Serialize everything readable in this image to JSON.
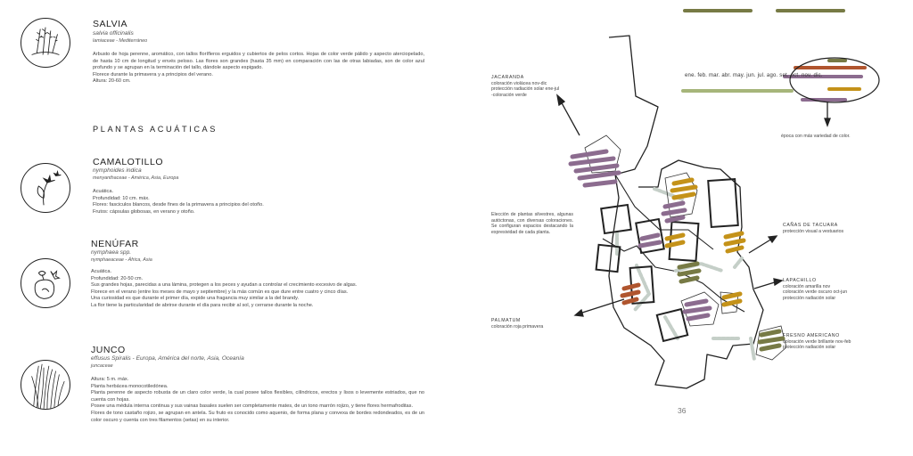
{
  "left": {
    "salvia": {
      "name": "SALVIA",
      "scientific": "salvia officinalis",
      "family": "lamiaceae - Mediterráneo",
      "description": [
        "Arbusto de hoja perenne, aromático, con tallos florífleros erguidos y cubiertos de pelos cortos. Hojas de color verde pálido y aspecto aterciopelado, de hasta 10 cm de longitud y envés peloso. Las flores son grandes (hasta 35 mm) en comparación con las de otras labiadas, son de color azul profundo y se agrupan en la terminación del tallo, dándole aspecto espigado.",
        "Florece durante la primavera y a principios del verano.",
        "Altura: 20-60 cm."
      ]
    },
    "section_title": "PLANTAS ACUÁTICAS",
    "camalotillo": {
      "name": "CAMALOTILLO",
      "scientific": "nymphoides indica",
      "family": "menyanthaceae - América, Asia, Europa",
      "description": [
        "Acuática.",
        "Profundidad: 10 cm. máx.",
        "Flores: fasciculos blancos, desde fines de la primavera a principios del otoño.",
        "Frutos: cápsulas globosas, en verano y otoño."
      ]
    },
    "nenufar": {
      "name": "NENÚFAR",
      "scientific": "nymphaea spp.",
      "family": "nymphaeaceae - África, Asia",
      "description": [
        "Acuática.",
        "Profundidad: 20-50 cm.",
        "Sus grandes hojas, parecidas a una lámina, protegen a los peces y ayudan a controlar el crecimiento excesivo de algas.",
        "Florece en el verano (entre los meses de mayo y septiembre) y la más común es que dure entre cuatro y cinco días.",
        "Una curiosidad es que durante el primer día, expide una fragancia muy similar a la del brandy.",
        "La flor tiene la particularidad de abrirse durante el día para recibir al sol, y cerrarse durante la noche."
      ]
    },
    "junco": {
      "name": "JUNCO",
      "scientific": "effusus Spiralis - Europa, América del norte, Asia, Oceanía",
      "family": "juncaceae",
      "description": [
        "Altura: 5 m. máx.",
        "Planta herbácea monocotiledónea.",
        "Planta perenne de aspecto robusta de un claro color verde, la cual posee tallos flexibles, cilíndricos, erectos y lisos o levemente estriados, que no cuenta con hojas.",
        "Posee una médula interna continua y sus vainas basales suelen ser completamente mates, de un tono marrón rojizo, y tiene flores hermafroditas.",
        "Flores de tono castaño rojizo, se agrupan en antela. Su fruto es conocido como aquenio, de forma plana y convexa de bordes redondeados, es de un color oscuro y cuenta con tres filamentos (setas) en su interior."
      ]
    }
  },
  "right": {
    "jacaranda": {
      "title": "JACARANDA",
      "lines": [
        "coloración violácea nov-dic",
        "protección radiación solar ene-jul",
        "-coloración verde"
      ]
    },
    "eleccion": {
      "text": "Elección de plantas silvestres, algunas autóctonas, con diversas coloraciones. Se configuran espacios destacando la expresividad de cada planta."
    },
    "palmatum": {
      "title": "PALMATUM",
      "lines": [
        "coloración roja primavera"
      ]
    },
    "canas": {
      "title": "CAÑAS DE TACUARA",
      "lines": [
        "protección visual a vestuarios"
      ]
    },
    "lapachillo": {
      "title": "LAPACHILLO",
      "lines": [
        "coloración amarilla nov",
        "coloración verde oscuro oct-jun",
        "protección radiación solar"
      ]
    },
    "fresno": {
      "title": "FRESNO AMERICANO",
      "lines": [
        "coloración verde brillante nov-feb",
        "protección radiación solar"
      ]
    },
    "months": "ene. feb. mar. abr. may. jun. jul. ago. set. oct. nov. dic.",
    "epoca": "época con más variedad de color.",
    "page_number": "36"
  },
  "colors": {
    "purple": "#8c6c8f",
    "olive": "#777a45",
    "rust": "#b0552e",
    "ochre": "#c49219",
    "light_green": "#a6b57a",
    "grey_green": "#c5cfc8"
  }
}
